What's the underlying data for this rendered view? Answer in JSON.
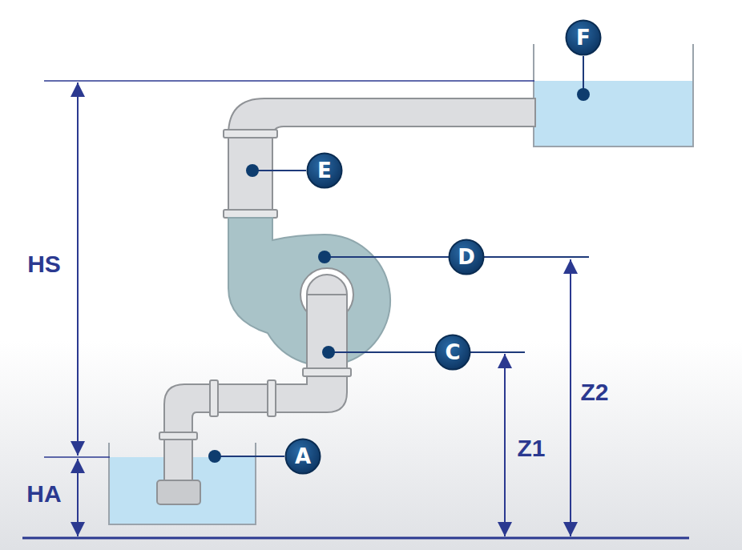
{
  "diagram": {
    "nodes": [
      {
        "text": [
          "F"
        ]
      },
      {
        "text": [
          "E"
        ]
      },
      {
        "text": [
          "D"
        ]
      },
      {
        "text": [
          "C"
        ]
      },
      {
        "text": [
          "A"
        ]
      }
    ],
    "labels": [
      "HS",
      "HA",
      "Z1",
      "Z2"
    ]
  }
}
